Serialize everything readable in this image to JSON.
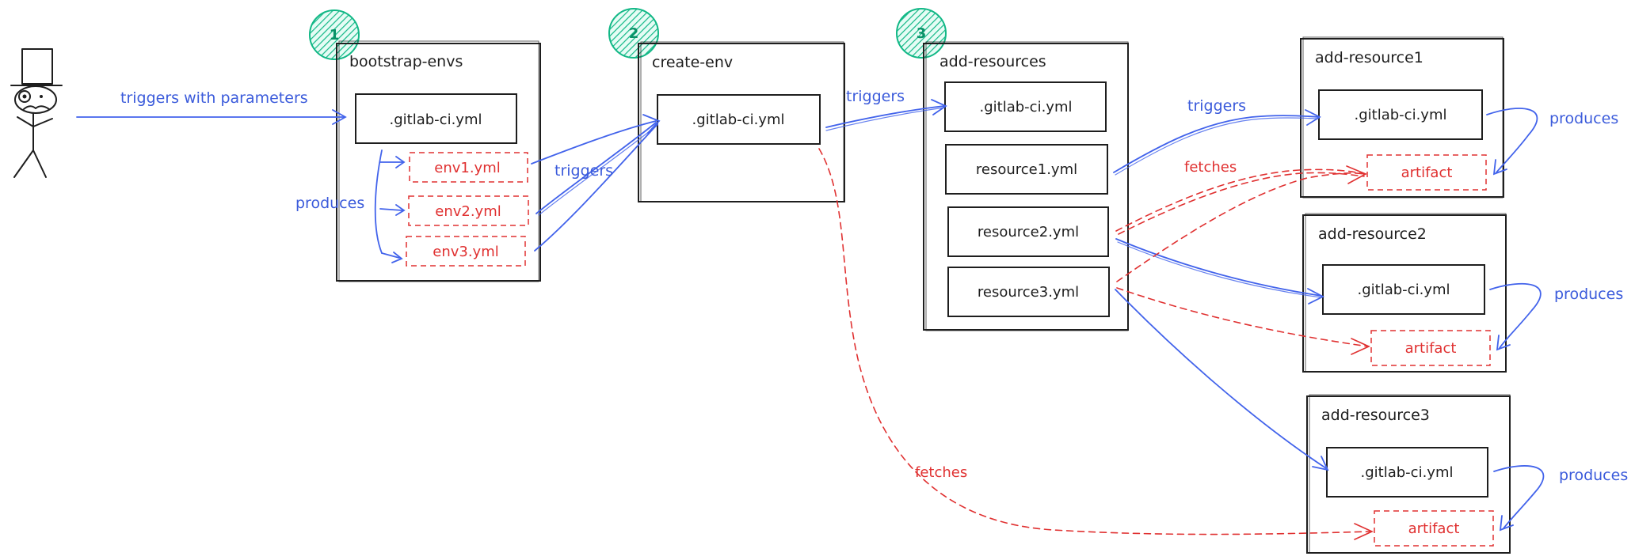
{
  "steps": [
    "1",
    "2",
    "3"
  ],
  "boxes": {
    "bootstrap": "bootstrap-envs",
    "create": "create-env",
    "add": "add-resources",
    "ar1": "add-resource1",
    "ar2": "add-resource2",
    "ar3": "add-resource3"
  },
  "files": {
    "gitlab_ci": ".gitlab-ci.yml",
    "env1": "env1.yml",
    "env2": "env2.yml",
    "env3": "env3.yml",
    "resource1": "resource1.yml",
    "resource2": "resource2.yml",
    "resource3": "resource3.yml",
    "artifact": "artifact"
  },
  "labels": {
    "triggers_with_parameters": "triggers with parameters",
    "produces": "produces",
    "triggers": "triggers",
    "fetches": "fetches"
  },
  "colors": {
    "green": "#12b886",
    "blue": "#4263eb",
    "red": "#e03131",
    "ink": "#1e1e1e"
  }
}
